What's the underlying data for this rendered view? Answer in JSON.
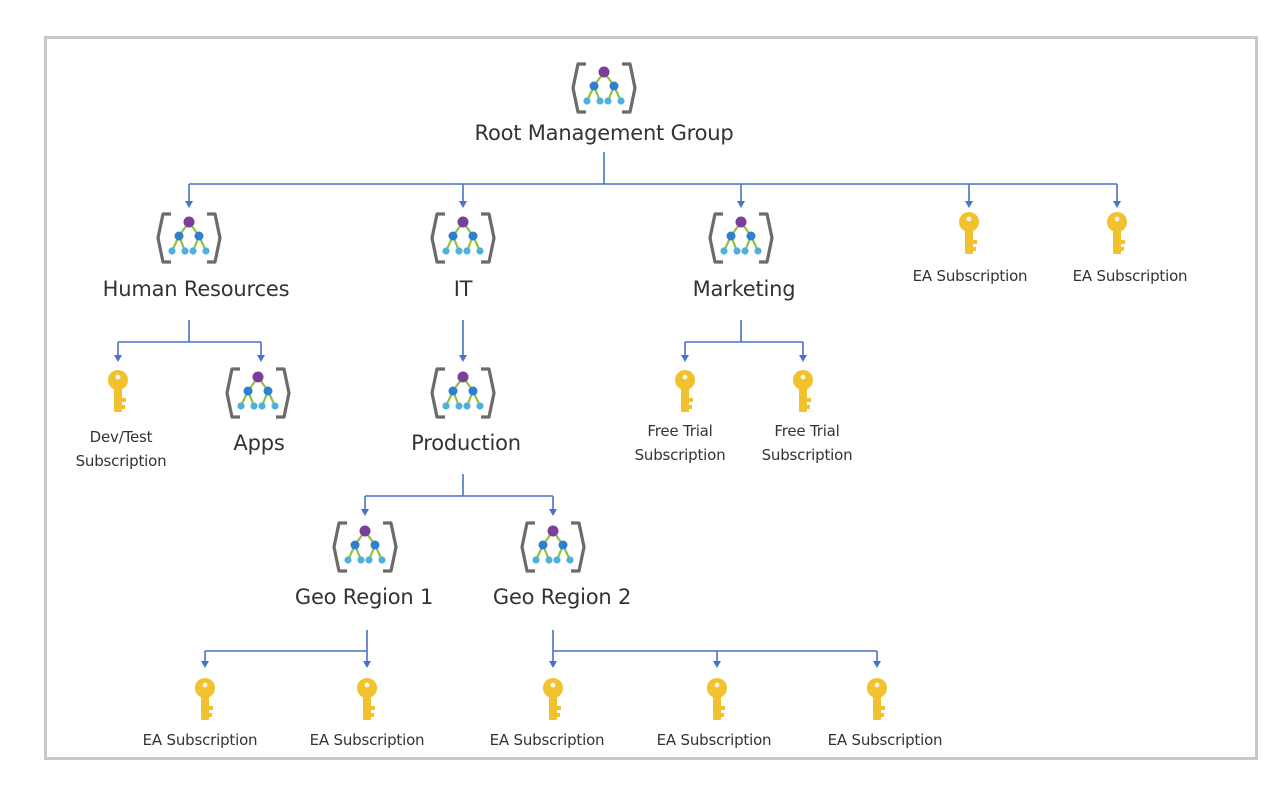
{
  "diagram": {
    "root": {
      "label": "Root Management Group"
    },
    "human_resources": {
      "label": "Human Resources",
      "devtest": {
        "line1": "Dev/Test",
        "line2": "Subscription"
      },
      "apps": {
        "label": "Apps"
      }
    },
    "it": {
      "label": "IT",
      "production": {
        "label": "Production",
        "geo1": {
          "label": "Geo Region 1",
          "subs": [
            "EA Subscription",
            "EA Subscription"
          ]
        },
        "geo2": {
          "label": "Geo Region 2",
          "subs": [
            "EA Subscription",
            "EA Subscription",
            "EA Subscription"
          ]
        }
      }
    },
    "marketing": {
      "label": "Marketing",
      "trial1": {
        "line1": "Free Trial",
        "line2": "Subscription"
      },
      "trial2": {
        "line1": "Free Trial",
        "line2": "Subscription"
      }
    },
    "root_subs": [
      "EA Subscription",
      "EA Subscription"
    ]
  },
  "colors": {
    "connector": "#4a72c9",
    "key": "#f2c12e",
    "bracket": "#6b6b6b",
    "node_top": "#7a3f98",
    "node_mid": "#2f7fd0",
    "node_leaf": "#4fb0e0",
    "edge_green": "#8fc23f"
  },
  "icons": {
    "management_group": "management-group-icon",
    "subscription": "key-icon"
  }
}
